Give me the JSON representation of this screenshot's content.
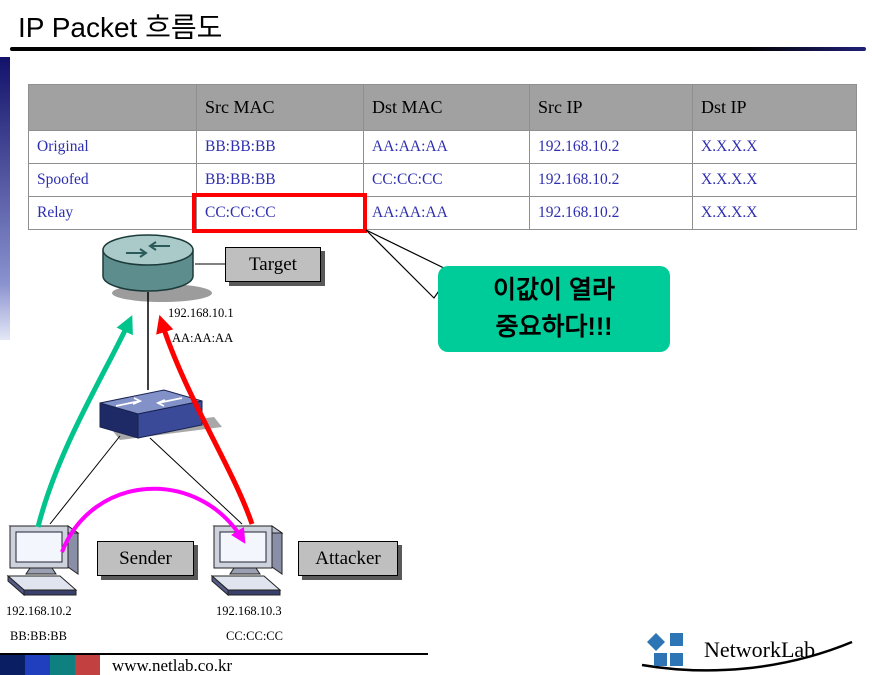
{
  "slide": {
    "title": "IP Packet 흐름도",
    "footer_url": "www.netlab.co.kr"
  },
  "table": {
    "headers": [
      "",
      "Src MAC",
      "Dst MAC",
      "Src IP",
      "Dst IP"
    ],
    "rows": [
      {
        "label": "Original",
        "cells": [
          "BB:BB:BB",
          "AA:AA:AA",
          "192.168.10.2",
          "X.X.X.X"
        ]
      },
      {
        "label": "Spoofed",
        "cells": [
          "BB:BB:BB",
          "CC:CC:CC",
          "192.168.10.2",
          "X.X.X.X"
        ]
      },
      {
        "label": "Relay",
        "cells": [
          "CC:CC:CC",
          "AA:AA:AA",
          "192.168.10.2",
          "X.X.X.X"
        ]
      }
    ],
    "highlight": {
      "row": "Relay",
      "column": "Src MAC",
      "value": "CC:CC:CC"
    }
  },
  "callout": {
    "line1": "이값이 열라",
    "line2": "중요하다!!!"
  },
  "diagram": {
    "target": {
      "label": "Target",
      "ip": "192.168.10.1",
      "mac": "AA:AA:AA"
    },
    "sender": {
      "label": "Sender",
      "ip": "192.168.10.2",
      "mac": "BB:BB:BB"
    },
    "attacker": {
      "label": "Attacker",
      "ip": "192.168.10.3",
      "mac": "CC:CC:CC"
    }
  },
  "logo": {
    "text": "NetworkLab"
  },
  "colors": {
    "row_original": "#00A550",
    "row_spoofed": "#FF00FF",
    "row_relay": "#FF0000",
    "cell_text": "#2E2EB0",
    "header_bg": "#A1A1A1",
    "callout_bg": "#00CC99",
    "arrow_original": "#00C48C",
    "arrow_spoofed": "#FF00FF",
    "arrow_relay": "#FF0000",
    "highlight_border": "#FF0000",
    "logo_blue": "#2E75B6"
  }
}
